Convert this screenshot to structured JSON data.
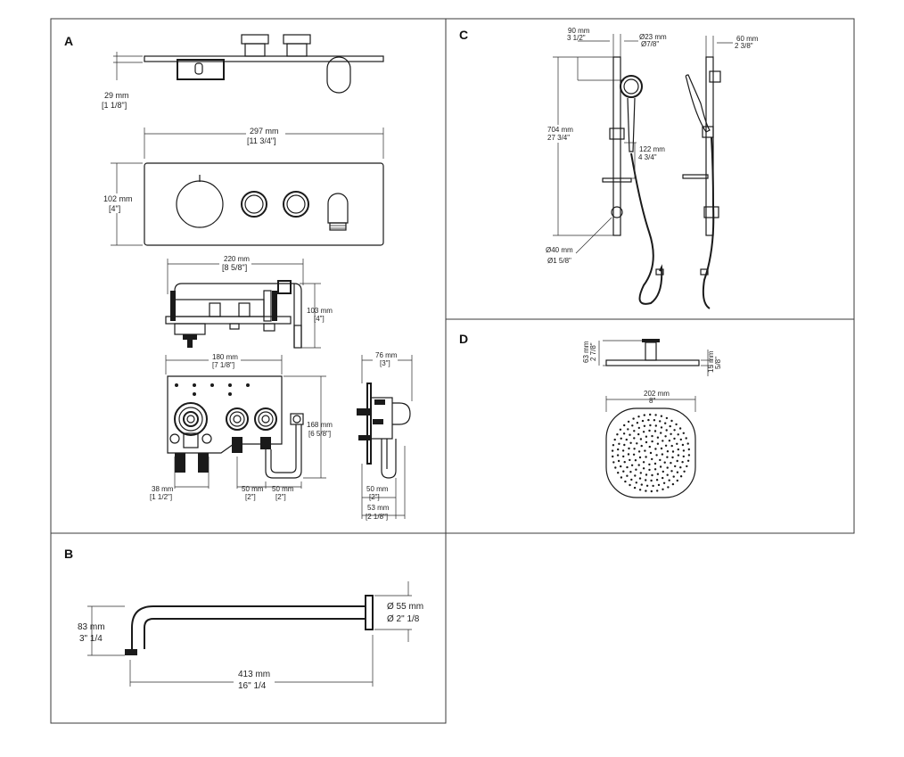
{
  "panels": {
    "a": {
      "label": "A"
    },
    "b": {
      "label": "B"
    },
    "c": {
      "label": "C"
    },
    "d": {
      "label": "D"
    }
  },
  "dims": {
    "a_height_mm": "29 mm",
    "a_height_in": "[1 1/8\"]",
    "a_width_mm": "297 mm",
    "a_width_in": "[11 3/4\"]",
    "a_plate_h_mm": "102 mm",
    "a_plate_h_in": "[4\"]",
    "a_valve_w_mm": "220 mm",
    "a_valve_w_in": "[8 5/8\"]",
    "a_valve_h_mm": "103 mm",
    "a_valve_h_in": "[4\"]",
    "a_body_w_mm": "180 mm",
    "a_body_w_in": "[7 1/8\"]",
    "a_body_h_mm": "168 mm",
    "a_body_h_in": "[6 5/8\"]",
    "a_depth_mm": "76 mm",
    "a_depth_in": "[3\"]",
    "a_inlet_mm": "38 mm",
    "a_inlet_in": "[1 1/2\"]",
    "a_spacing1_mm": "50 mm",
    "a_spacing1_in": "[2\"]",
    "a_spacing2_mm": "50 mm",
    "a_spacing2_in": "[2\"]",
    "a_side1_mm": "50 mm",
    "a_side1_in": "[2\"]",
    "a_side2_mm": "53 mm",
    "a_side2_in": "[2 1/8\"]",
    "b_drop_mm": "83 mm",
    "b_drop_in": "3\" 1/4",
    "b_flange_mm": "Ø 55 mm",
    "b_flange_in": "Ø 2\" 1/8",
    "b_length_mm": "413 mm",
    "b_length_in": "16\" 1/4",
    "c_offset_mm": "90 mm",
    "c_offset_in": "3 1/2\"",
    "c_bar_d_mm": "Ø23 mm",
    "c_bar_d_in": "Ø7/8\"",
    "c_wall_mm": "60 mm",
    "c_wall_in": "2 3/8\"",
    "c_length_mm": "704 mm",
    "c_length_in": "27 3/4\"",
    "c_head_mm": "122 mm",
    "c_head_in": "4 3/4\"",
    "c_mount_mm": "Ø40 mm",
    "c_mount_in": "Ø1 5/8\"",
    "d_h1_mm": "63 mm",
    "d_h1_in": "2 7/8\"",
    "d_h2_mm": "15 mm",
    "d_h2_in": "5/8\"",
    "d_dia_mm": "202 mm",
    "d_dia_in": "8\""
  }
}
